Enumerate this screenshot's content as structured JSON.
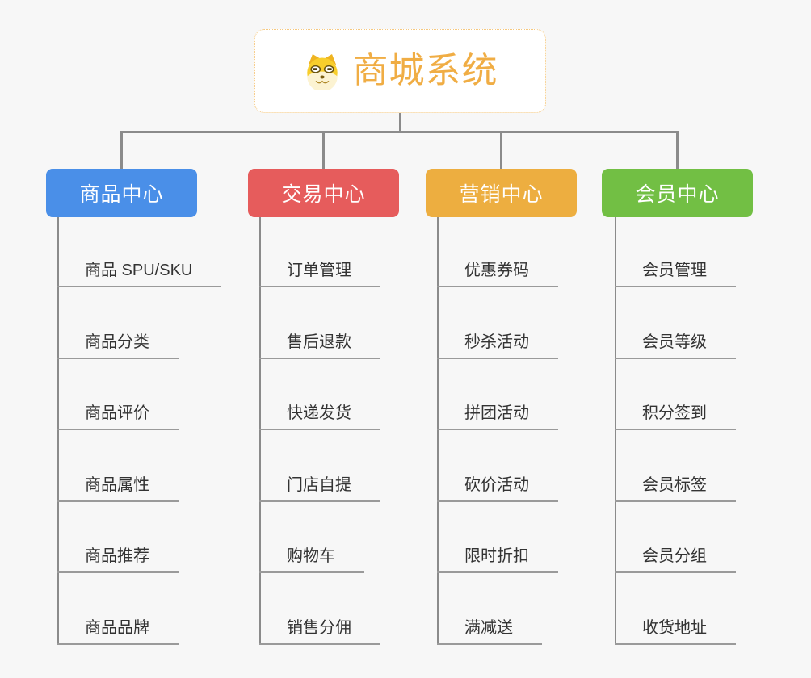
{
  "page": {
    "background": "#f7f7f7"
  },
  "root": {
    "label": "商城系统",
    "icon": "doge-icon",
    "text_color": "#F0AD44",
    "border_color": "#F6C87E",
    "background": "#ffffff"
  },
  "connectors": {
    "color": "#8b8b8b",
    "underline_color": "#9a9a9a"
  },
  "child_text_color": "#333333",
  "branches": [
    {
      "label": "商品中心",
      "color": "#4A8FE8",
      "children": [
        "商品 SPU/SKU",
        "商品分类",
        "商品评价",
        "商品属性",
        "商品推荐",
        "商品品牌"
      ]
    },
    {
      "label": "交易中心",
      "color": "#E65C5C",
      "children": [
        "订单管理",
        "售后退款",
        "快递发货",
        "门店自提",
        "购物车",
        "销售分佣"
      ]
    },
    {
      "label": "营销中心",
      "color": "#EDAE40",
      "children": [
        "优惠券码",
        "秒杀活动",
        "拼团活动",
        "砍价活动",
        "限时折扣",
        "满减送"
      ]
    },
    {
      "label": "会员中心",
      "color": "#72BF44",
      "children": [
        "会员管理",
        "会员等级",
        "积分签到",
        "会员标签",
        "会员分组",
        "收货地址"
      ]
    }
  ]
}
